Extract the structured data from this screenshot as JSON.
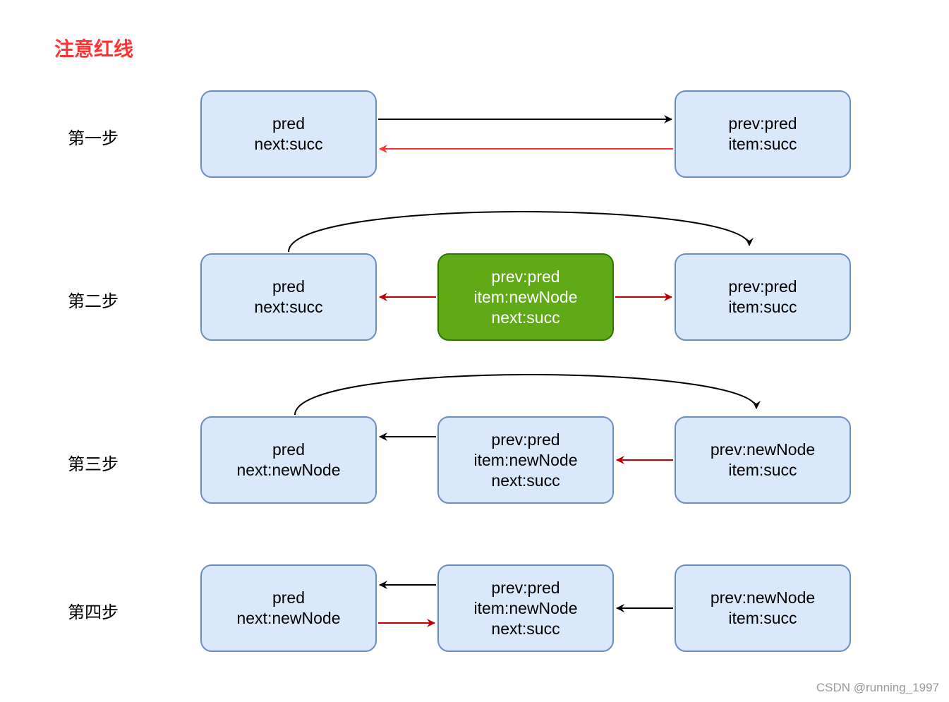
{
  "title": "注意红线",
  "colors": {
    "highlight": "#ff3333",
    "red_arrow": "#c00000",
    "black_arrow": "#000000",
    "node_fill": "#dae8fc",
    "node_border": "#6c8ebf",
    "new_node_fill": "#60a917",
    "new_node_border": "#2d7600"
  },
  "steps": [
    {
      "label": "第一步",
      "nodes": {
        "pred": [
          "pred",
          "next:succ"
        ],
        "succ": [
          "prev:pred",
          "item:succ"
        ]
      }
    },
    {
      "label": "第二步",
      "nodes": {
        "pred": [
          "pred",
          "next:succ"
        ],
        "newNode": [
          "prev:pred",
          "item:newNode",
          "next:succ"
        ],
        "succ": [
          "prev:pred",
          "item:succ"
        ]
      }
    },
    {
      "label": "第三步",
      "nodes": {
        "pred": [
          "pred",
          "next:newNode"
        ],
        "newNode": [
          "prev:pred",
          "item:newNode",
          "next:succ"
        ],
        "succ": [
          "prev:newNode",
          "item:succ"
        ]
      }
    },
    {
      "label": "第四步",
      "nodes": {
        "pred": [
          "pred",
          "next:newNode"
        ],
        "newNode": [
          "prev:pred",
          "item:newNode",
          "next:succ"
        ],
        "succ": [
          "prev:newNode",
          "item:succ"
        ]
      }
    }
  ],
  "watermark": "CSDN @running_1997"
}
